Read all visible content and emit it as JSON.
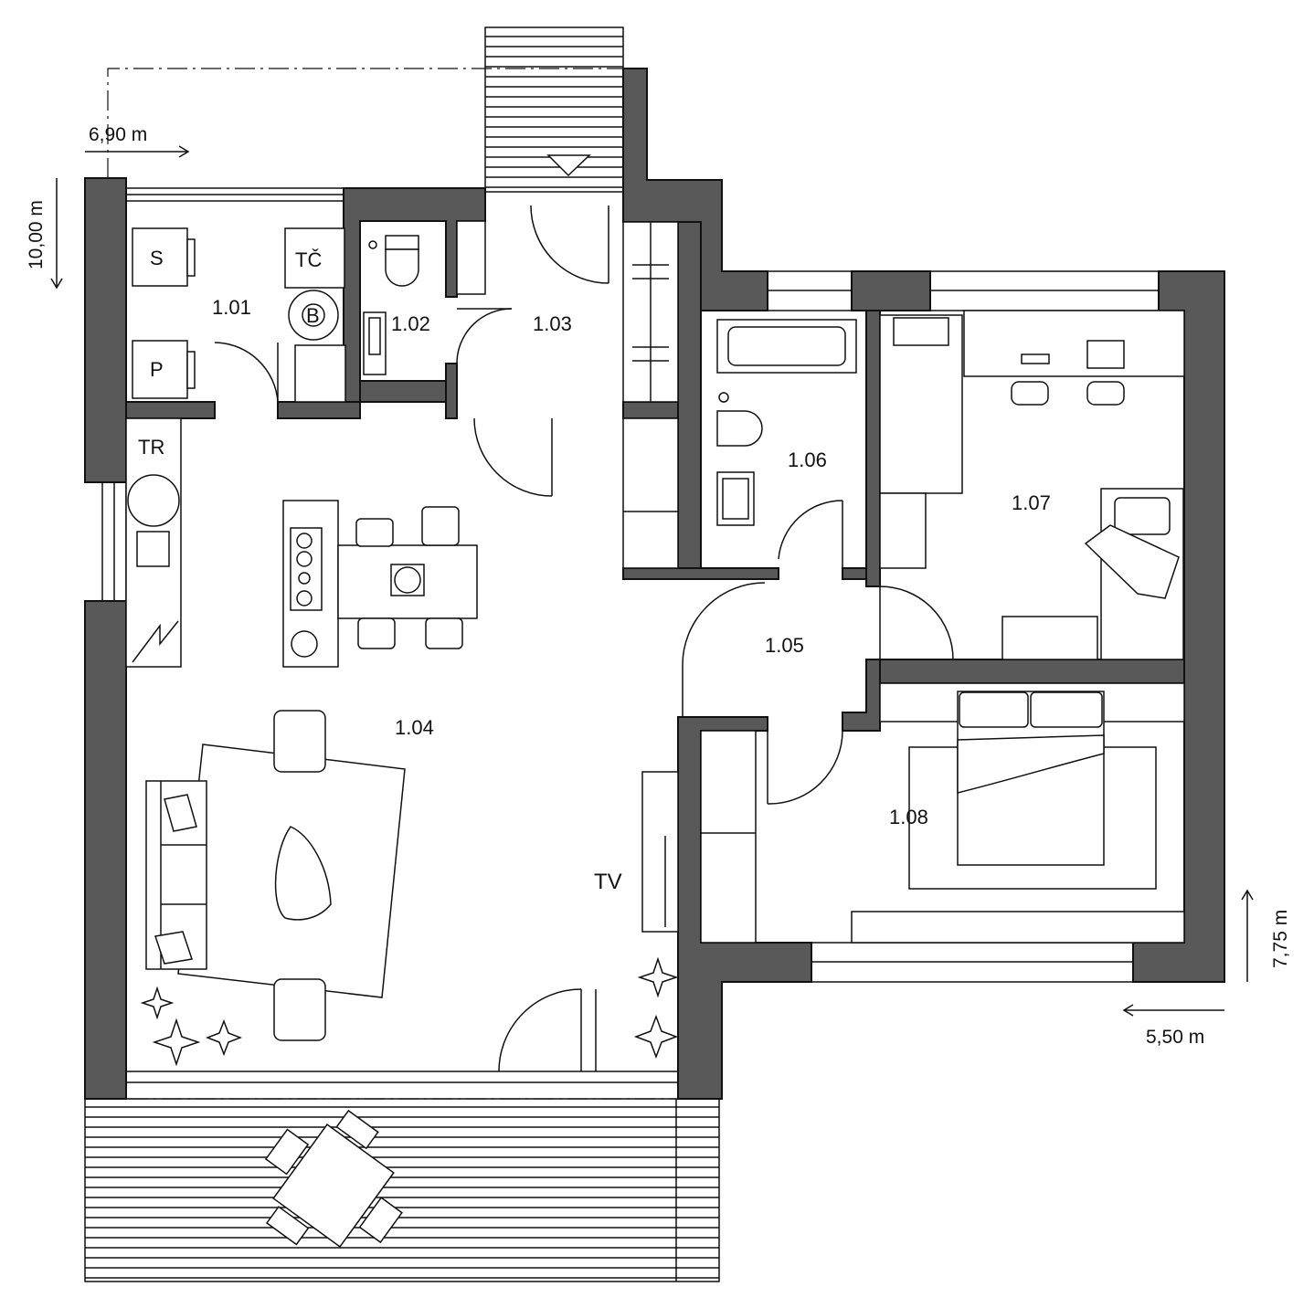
{
  "colors": {
    "wall": "#595959",
    "line": "#111111",
    "background": "#ffffff"
  },
  "dimensions": {
    "top_width": "6,90 m",
    "left_height": "10,00 m",
    "right_height": "7,75 m",
    "right_width": "5,50 m"
  },
  "rooms": {
    "r101": "1.01",
    "r102": "1.02",
    "r103": "1.03",
    "r104": "1.04",
    "r105": "1.05",
    "r106": "1.06",
    "r107": "1.07",
    "r108": "1.08"
  },
  "fixtures": {
    "s": "S",
    "tc": "TČ",
    "b": "B",
    "p": "P",
    "tr": "TR",
    "tv": "TV"
  }
}
